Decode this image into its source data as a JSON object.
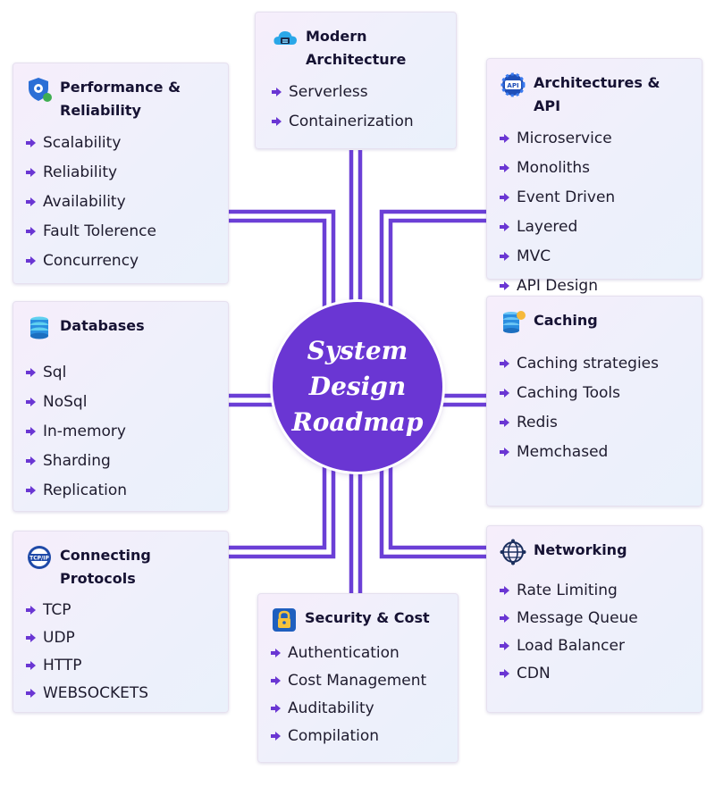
{
  "center": {
    "line1": "System",
    "line2": "Design",
    "line3": "Roadmap"
  },
  "colors": {
    "accent": "#6a36d3",
    "connector": "#6b3fd6",
    "card_bg": "#f2eefb"
  },
  "cards": {
    "modern": {
      "title": "Modern Architecture",
      "title_line1": "Modern",
      "title_line2": "Architecture",
      "icon": "cloud-server-icon",
      "items": [
        "Serverless",
        "Containerization"
      ]
    },
    "performance": {
      "title": "Performance & Reliability",
      "title_line1": "Performance &",
      "title_line2": "Reliability",
      "icon": "shield-gear-icon",
      "items": [
        "Scalability",
        "Reliability",
        "Availability",
        "Fault Tolerence",
        "Concurrency"
      ]
    },
    "architectures": {
      "title": "Architectures & API",
      "icon": "api-gear-icon",
      "items": [
        "Microservice",
        "Monoliths",
        "Event Driven",
        "Layered",
        "MVC",
        "API Design"
      ]
    },
    "databases": {
      "title": "Databases",
      "icon": "database-icon",
      "items": [
        "Sql",
        "NoSql",
        "In-memory",
        "Sharding",
        "Replication"
      ]
    },
    "caching": {
      "title": "Caching",
      "icon": "cache-database-icon",
      "items": [
        "Caching strategies",
        "Caching Tools",
        "Redis",
        "Memchased"
      ]
    },
    "protocols": {
      "title": "Connecting Protocols",
      "title_line1": "Connecting",
      "title_line2": "Protocols",
      "icon": "tcp-ip-icon",
      "icon_text": "TCP/IP",
      "items": [
        "TCP",
        "UDP",
        "HTTP",
        "WEBSOCKETS"
      ]
    },
    "security": {
      "title": "Security & Cost",
      "icon": "lock-icon",
      "items": [
        "Authentication",
        "Cost Management",
        "Auditability",
        "Compilation"
      ]
    },
    "networking": {
      "title": "Networking",
      "icon": "globe-network-icon",
      "items": [
        "Rate Limiting",
        "Message Queue",
        "Load Balancer",
        "CDN"
      ]
    }
  }
}
